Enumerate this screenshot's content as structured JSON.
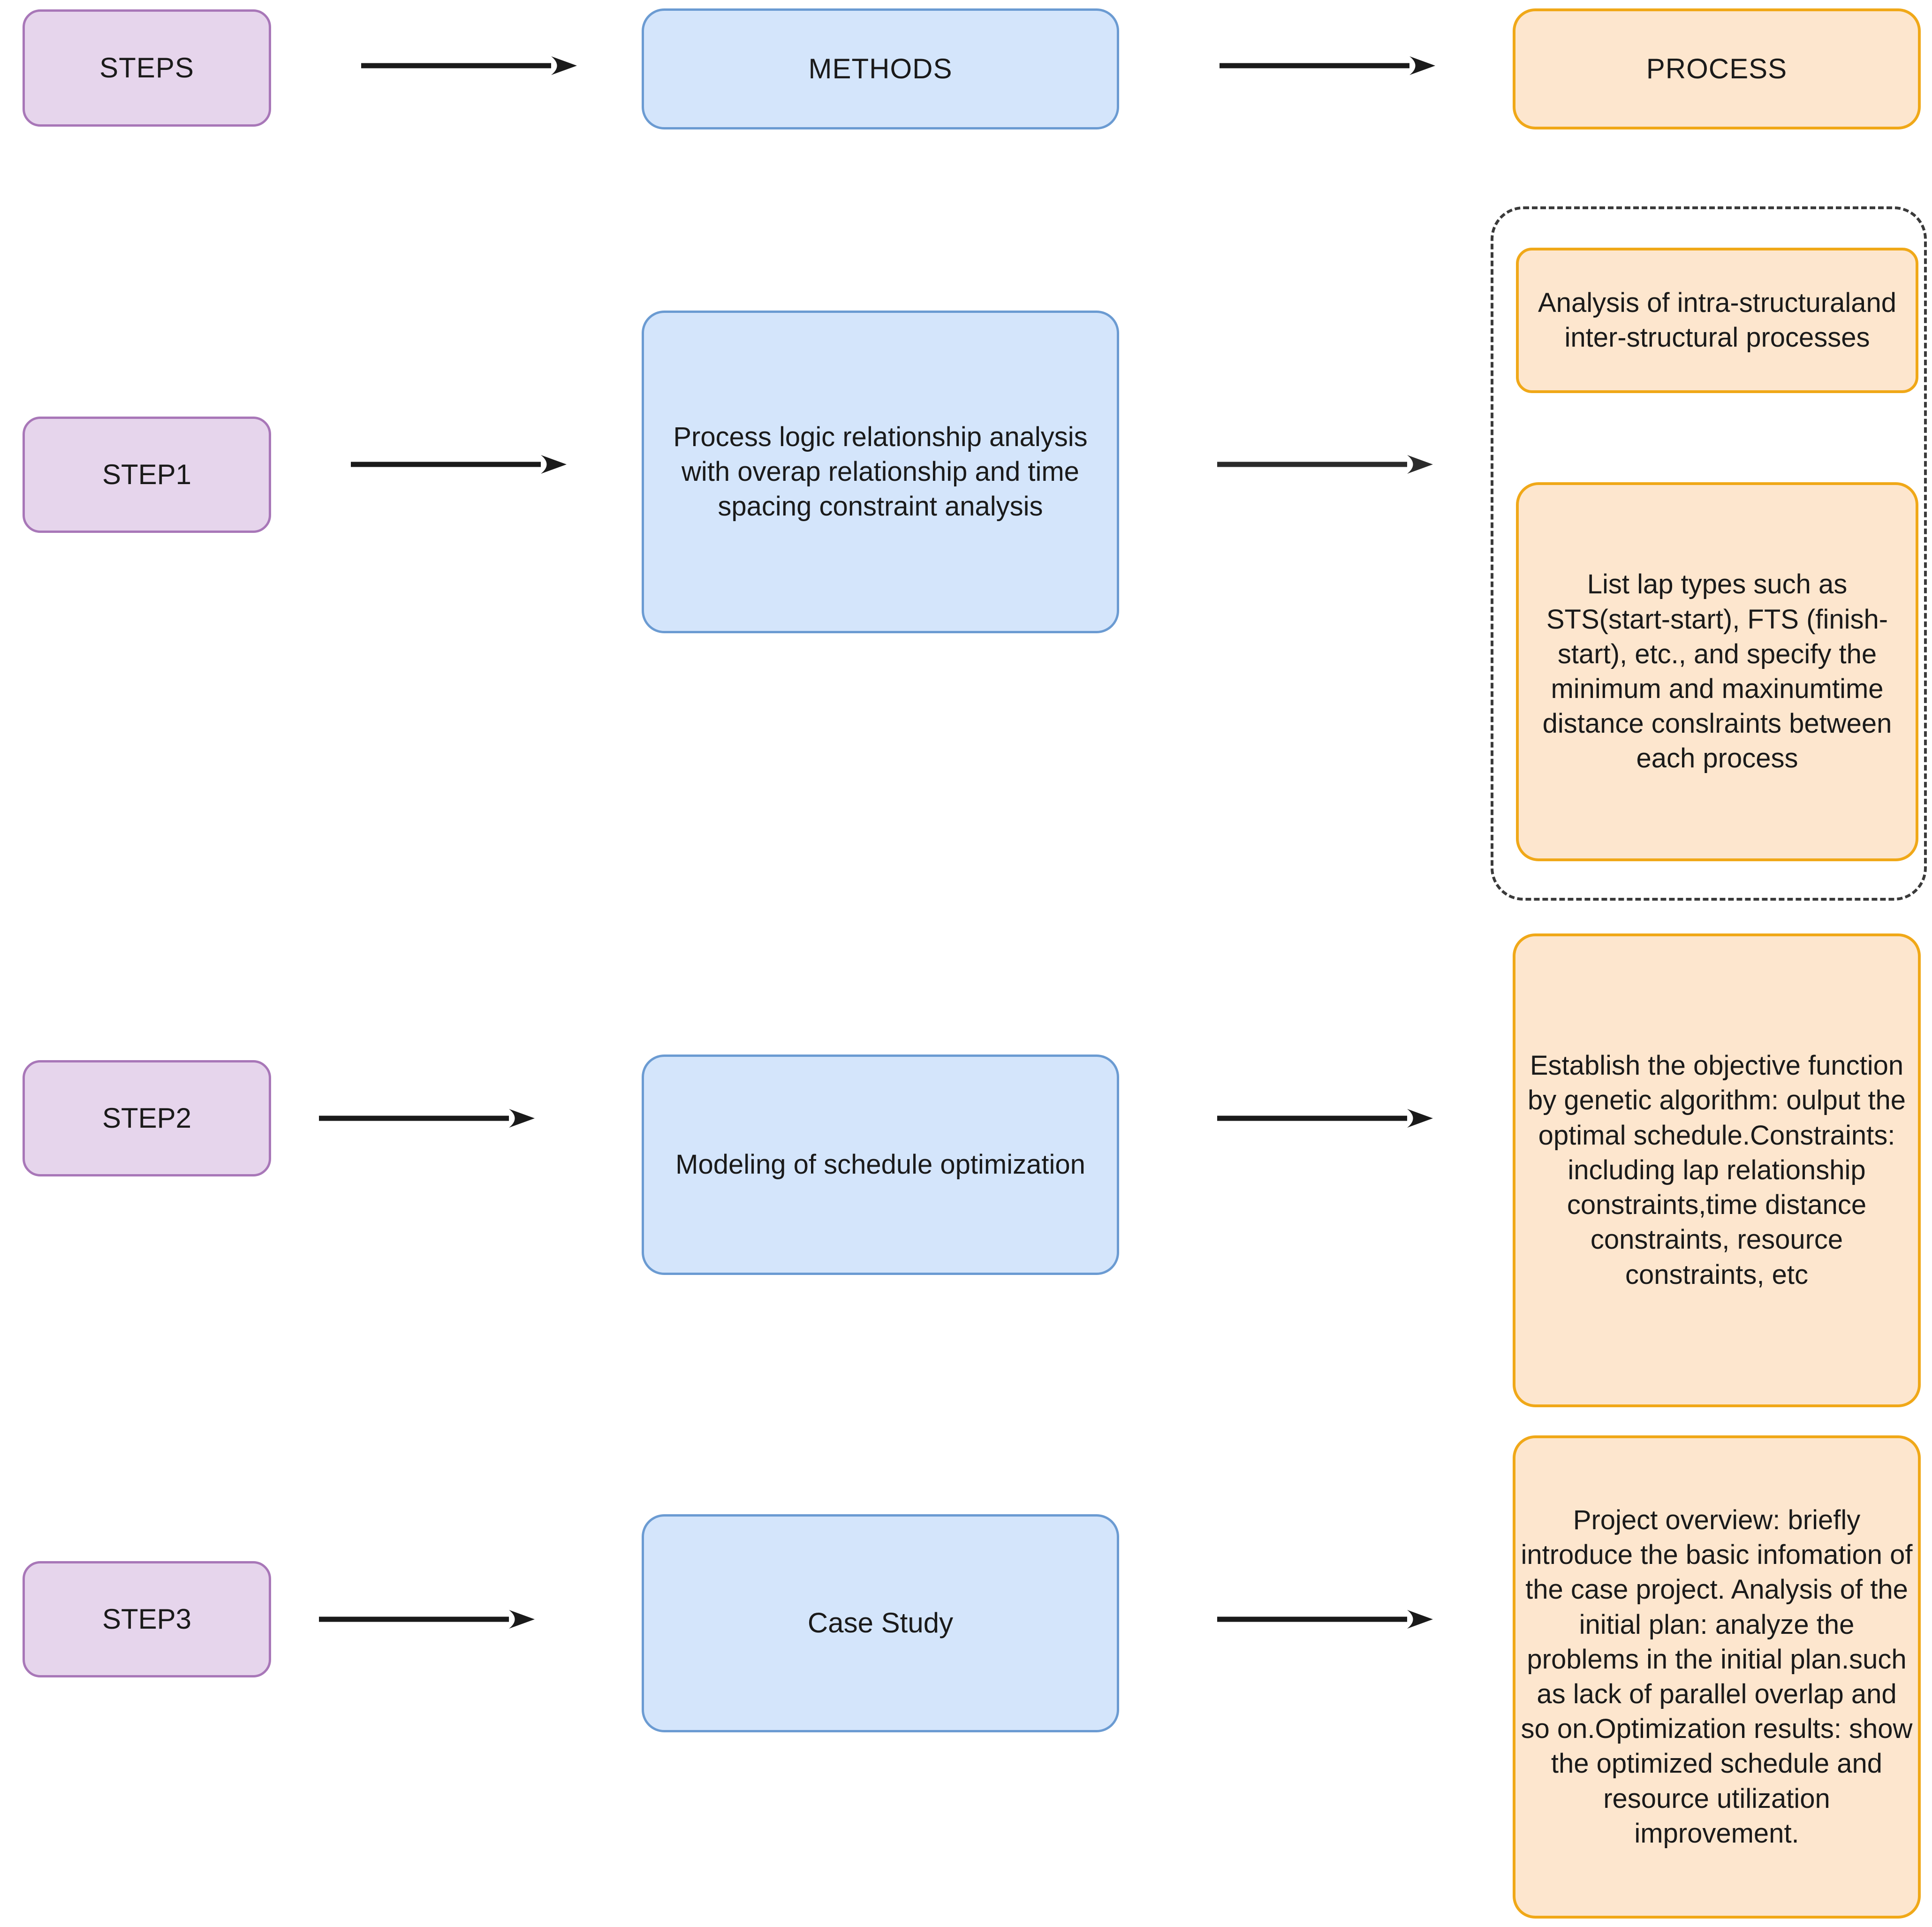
{
  "diagram": {
    "title_row": {
      "steps_header": "STEPS",
      "methods_header": "METHODS",
      "process_header": "PROCESS"
    },
    "columns": [
      "STEPS",
      "METHODS",
      "PROCESS"
    ],
    "rows": [
      {
        "step": "STEP1",
        "method": "Process logic relationship analysis with overap relationship and time spacing constraint analysis",
        "process_group_dashed": true,
        "process_items": [
          "Analysis of intra-structuraland inter-structural processes",
          "List lap types such as STS(start-start), FTS (finish-start), etc., and specify the minimum and maxinumtime distance conslraints between each process"
        ]
      },
      {
        "step": "STEP2",
        "method": "Modeling of schedule optimization",
        "process_group_dashed": false,
        "process_items": [
          "Establish the objective function by genetic algorithm: oulput the optimal schedule.Constraints: including lap relationship constraints,time distance constraints, resource constraints, etc"
        ]
      },
      {
        "step": "STEP3",
        "method": "Case Study",
        "process_group_dashed": false,
        "process_items": [
          "Project overview: briefly introduce the basic infomation of the case project. Analysis of the initial plan: analyze the problems in the initial plan.such as lack of parallel overlap and so on.Optimization results: show the optimized schedule and resource utilization improvement."
        ]
      }
    ],
    "arrows": [
      {
        "name": "arrow-header-steps-to-methods"
      },
      {
        "name": "arrow-header-methods-to-process"
      },
      {
        "name": "arrow-step1-to-method1"
      },
      {
        "name": "arrow-method1-to-process1"
      },
      {
        "name": "arrow-step2-to-method2"
      },
      {
        "name": "arrow-method2-to-process2"
      },
      {
        "name": "arrow-step3-to-method3"
      },
      {
        "name": "arrow-method3-to-process3"
      }
    ],
    "colors": {
      "step_fill": "#E6D5EC",
      "step_border": "#A877B8",
      "method_fill": "#D4E5FB",
      "method_border": "#6B9BD2",
      "process_fill": "#FDE6CE",
      "process_border": "#F0A818",
      "dashed_border": "#3A3A3A",
      "arrow": "#1A1A1A",
      "text": "#1A1A1A",
      "background": "#FFFFFF"
    }
  }
}
